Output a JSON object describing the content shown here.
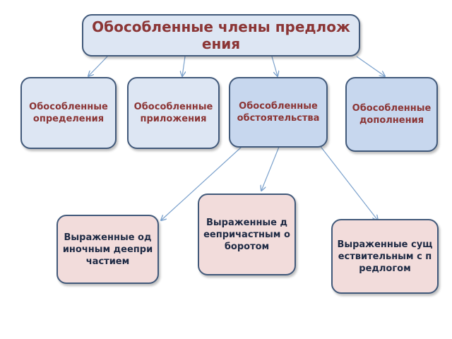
{
  "colors": {
    "title_fill": "#dde6f3",
    "category_fill": "#dde6f3",
    "adverbial_fill": "#c7d7ee",
    "complement_fill": "#c7d7ee",
    "expression_fill": "#f2dcdb",
    "border": "#41597a",
    "connector": "#7ba1cc",
    "title_text": "#8b3535",
    "expression_text": "#1e2a44"
  },
  "diagram": {
    "title": "Обособленные члены предложения",
    "categories": [
      "Обособленные определения",
      "Обособленные приложения",
      "Обособленные обстоятельства",
      "Обособленные дополнения"
    ],
    "expressions": [
      "Выраженные одиночным деепричастием",
      "Выраженные деепричастным оборотом",
      "Выраженные существительным с предлогом"
    ]
  }
}
